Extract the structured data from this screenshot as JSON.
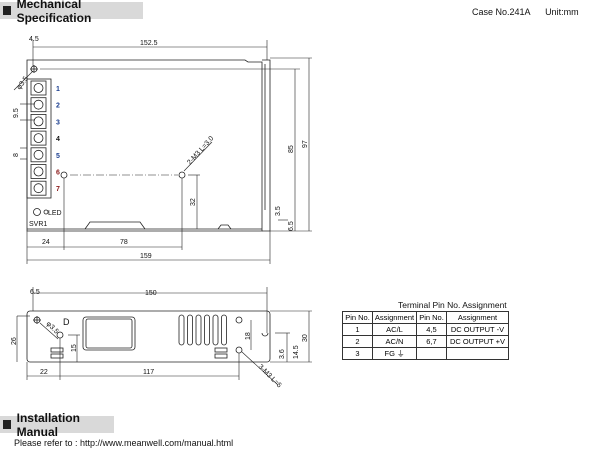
{
  "sections": {
    "mechanical": "Mechanical Specification",
    "installation": "Installation Manual"
  },
  "case_no": "Case No.241A",
  "unit": "Unit:mm",
  "top_view": {
    "dims": {
      "d4_5": "4.5",
      "d152_5": "152.5",
      "phi3_5": "φ3.5",
      "d9_5": "9.5",
      "d8": "8",
      "m3": "2-M3 L=3.0",
      "d85": "85",
      "d97": "97",
      "d32": "32",
      "d3_5": "3.5",
      "d6_5": "6.5",
      "d24": "24",
      "d78": "78",
      "d159": "159"
    },
    "terminals": [
      "1",
      "2",
      "3",
      "4",
      "5",
      "6",
      "7"
    ],
    "led_label": "LED",
    "svr_label": "SVR1"
  },
  "side_view": {
    "dims": {
      "d6_5": "6.5",
      "d150": "150",
      "phi3_5": "φ3.5",
      "d26": "26",
      "d15": "15",
      "d18": "18",
      "d3_6": "3.6",
      "d14_5": "14.5",
      "d30": "30",
      "d22": "22",
      "d117": "117",
      "m3": "3-M3 L=5",
      "mark_d": "D"
    }
  },
  "terminal_table": {
    "title": "Terminal Pin No.  Assignment",
    "headers": [
      "Pin No.",
      "Assignment",
      "Pin No.",
      "Assignment"
    ],
    "rows": [
      [
        "1",
        "AC/L",
        "4,5",
        "DC OUTPUT -V"
      ],
      [
        "2",
        "AC/N",
        "6,7",
        "DC OUTPUT +V"
      ],
      [
        "3",
        "FG ⏚",
        "",
        ""
      ]
    ]
  },
  "installation_text": "Please refer to : http://www.meanwell.com/manual.html"
}
